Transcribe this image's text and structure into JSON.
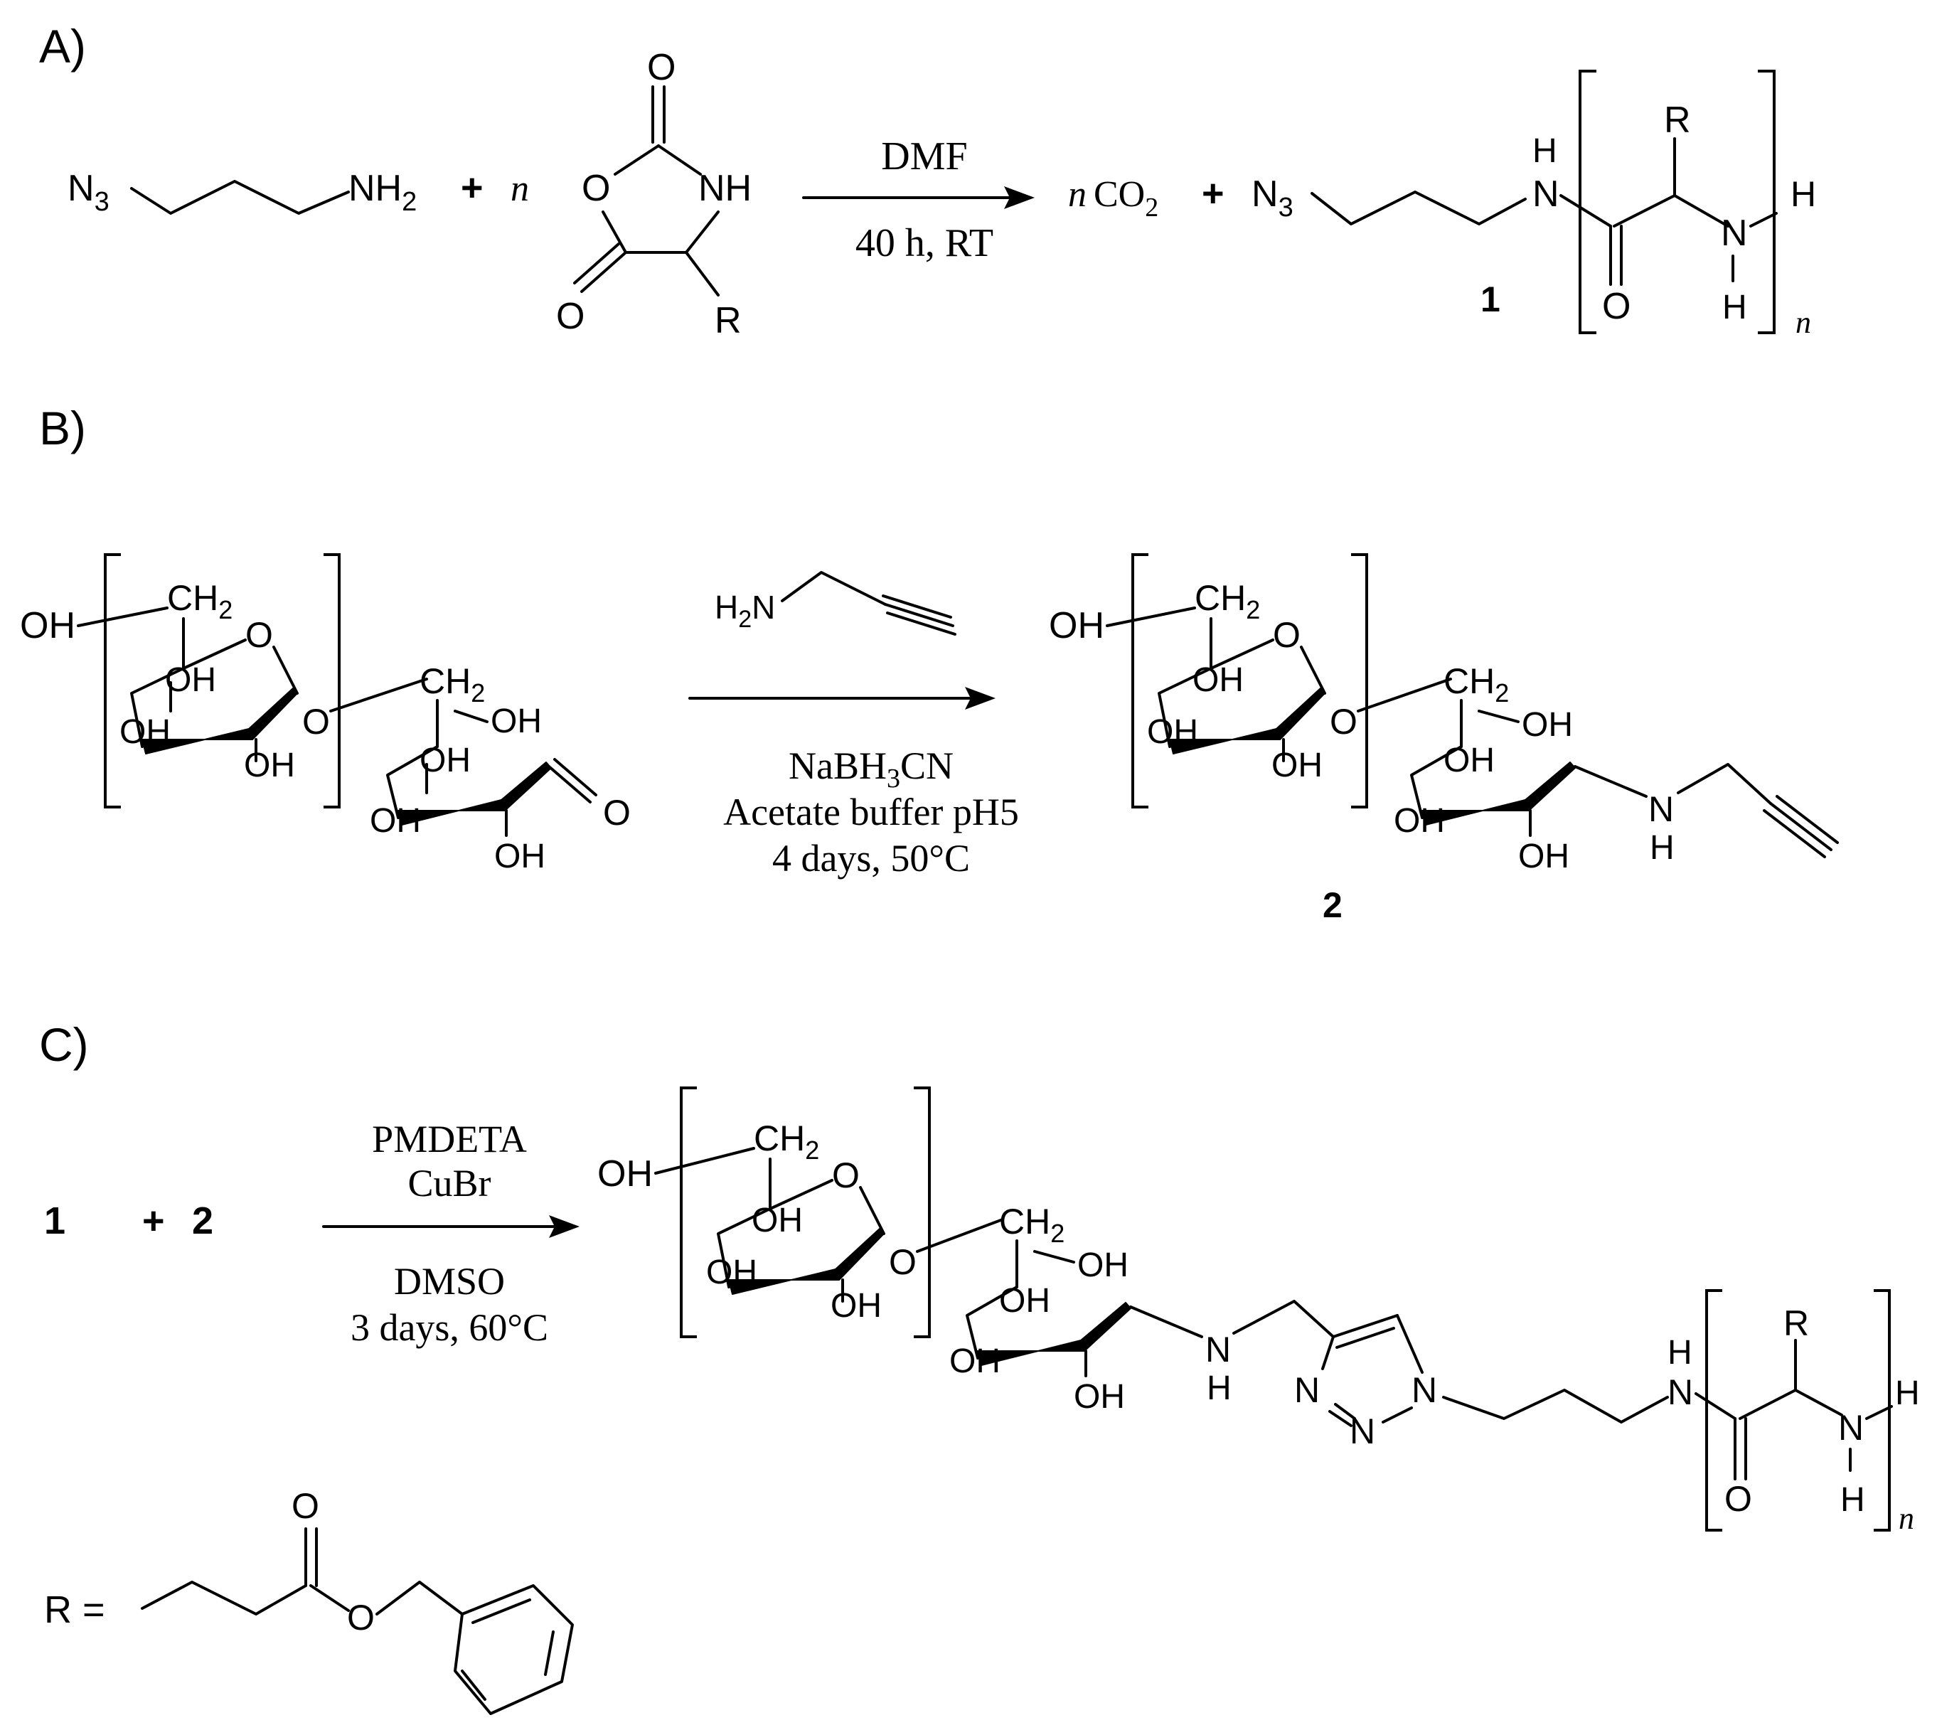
{
  "panels": {
    "a": {
      "label": "A)",
      "reactant_amine": {
        "n3": "N",
        "n3_sub": "3",
        "nh2": "NH",
        "nh2_sub": "2"
      },
      "plus1": "+",
      "n_coeff": "n",
      "nca": {
        "o_top": "O",
        "o_ring": "O",
        "nh": "NH",
        "o_bottom": "O",
        "r": "R"
      },
      "arrow_top": "DMF",
      "arrow_bottom": "40 h, RT",
      "product_n": "n",
      "co2": "CO",
      "co2_sub": "2",
      "plus2": "+",
      "product": {
        "n3": "N",
        "n3_sub": "3",
        "h_top": "H",
        "n_amide": "N",
        "r": "R",
        "o": "O",
        "n_amine": "N",
        "h_bottom": "H",
        "h_end": "H",
        "repeat": "n"
      },
      "compound_id": "1"
    },
    "b": {
      "label": "B)",
      "reagent": {
        "h2n": "H",
        "h2n_sub": "2",
        "h2n_n": "N"
      },
      "arrow_bottom_1": "NaBH",
      "arrow_bottom_1_sub": "3",
      "arrow_bottom_1_tail": "CN",
      "arrow_bottom_2": "Acetate buffer pH5",
      "arrow_bottom_3": "4 days, 50°C",
      "sugar": {
        "oh": "OH",
        "ch2": "CH",
        "ch2_sub": "2",
        "o": "O"
      },
      "aldehyde_o": "O",
      "product_nh_n": "N",
      "product_nh_h": "H",
      "compound_id": "2"
    },
    "c": {
      "label": "C)",
      "reactant_1": "1",
      "plus": "+",
      "reactant_2": "2",
      "arrow_top_1": "PMDETA",
      "arrow_top_2": "CuBr",
      "arrow_bottom_1": "DMSO",
      "arrow_bottom_2": "3 days, 60°C",
      "triazole": {
        "n1": "N",
        "n2": "N",
        "n3": "N"
      },
      "r_def": "R ="
    }
  }
}
